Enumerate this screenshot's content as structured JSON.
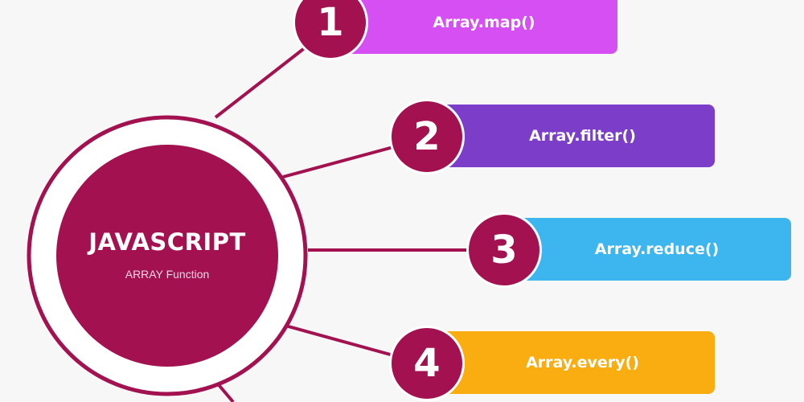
{
  "hub": {
    "title": "JAVASCRIPT",
    "subtitle": "ARRAY Function"
  },
  "items": [
    {
      "number": "1",
      "label": "Array.map()",
      "color": "#d64ff2"
    },
    {
      "number": "2",
      "label": "Array.filter()",
      "color": "#7c3dc9"
    },
    {
      "number": "3",
      "label": "Array.reduce()",
      "color": "#3db5ef"
    },
    {
      "number": "4",
      "label": "Array.every()",
      "color": "#f9ad10"
    }
  ],
  "colors": {
    "primary": "#a31150",
    "background": "#f7f7f8"
  }
}
